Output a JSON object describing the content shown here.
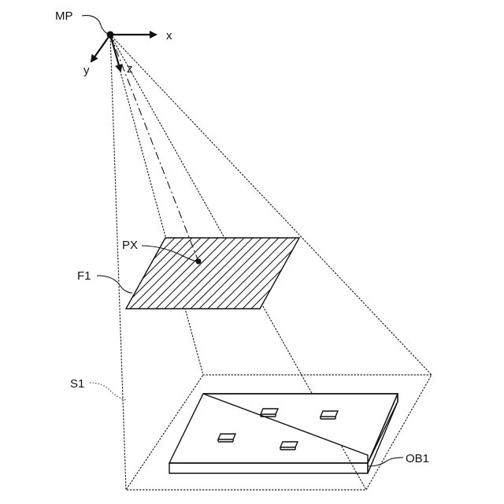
{
  "labels": {
    "mp": "MP",
    "x_axis": "x",
    "y_axis": "y",
    "z_axis": "z",
    "px": "PX",
    "f1": "F1",
    "s1": "S1",
    "ob1": "OB1"
  },
  "colors": {
    "ink": "#111111",
    "background": "#ffffff"
  }
}
